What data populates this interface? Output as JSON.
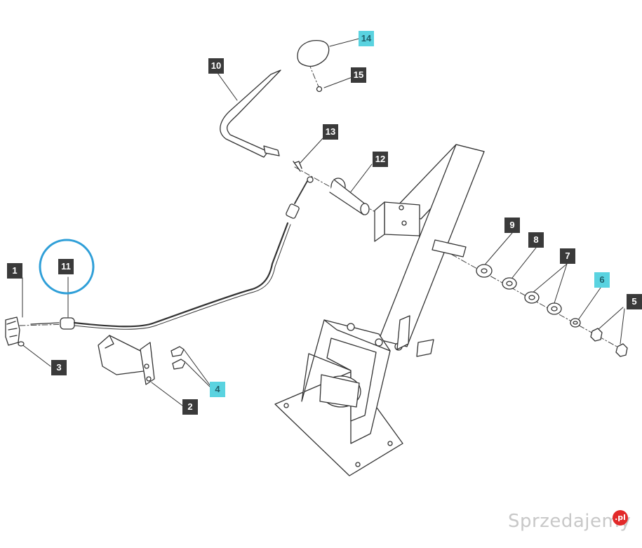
{
  "callouts": {
    "p1": {
      "text": "1",
      "style": "dark"
    },
    "p2": {
      "text": "2",
      "style": "dark"
    },
    "p3": {
      "text": "3",
      "style": "dark"
    },
    "p4": {
      "text": "4",
      "style": "cyan"
    },
    "p5": {
      "text": "5",
      "style": "dark"
    },
    "p6": {
      "text": "6",
      "style": "cyan"
    },
    "p7": {
      "text": "7",
      "style": "dark"
    },
    "p8": {
      "text": "8",
      "style": "dark"
    },
    "p9": {
      "text": "9",
      "style": "dark"
    },
    "p10": {
      "text": "10",
      "style": "dark"
    },
    "p11": {
      "text": "11",
      "style": "dark",
      "highlighted": true
    },
    "p12": {
      "text": "12",
      "style": "dark"
    },
    "p13": {
      "text": "13",
      "style": "dark"
    },
    "p14": {
      "text": "14",
      "style": "cyan"
    },
    "p15": {
      "text": "15",
      "style": "dark"
    }
  },
  "colors": {
    "line": "#333333",
    "label_dark": "#3a3a3a",
    "label_cyan": "#5ad3e0",
    "highlight_circle": "#2f9fd8",
    "watermark": "#c8c8c8",
    "watermark_badge": "#e22a2a"
  },
  "watermark": {
    "text": "Sprzedajemy",
    "badge": ".pl"
  }
}
